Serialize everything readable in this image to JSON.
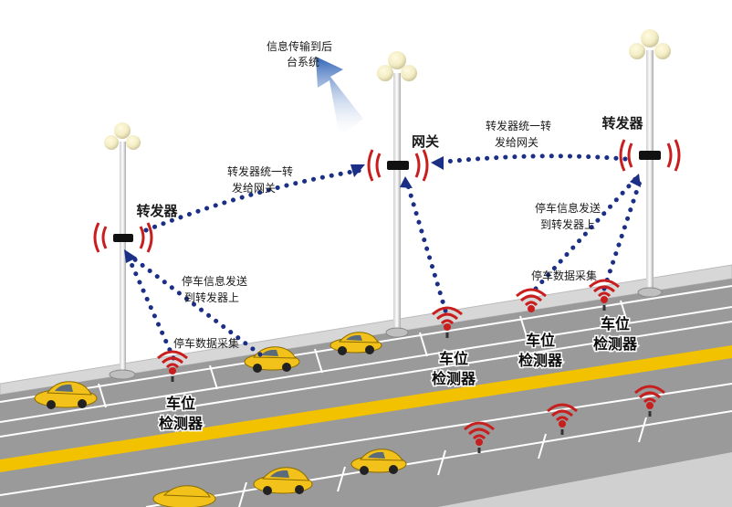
{
  "labels": {
    "backend_upload": [
      "信息传输到后",
      "台系统"
    ],
    "gateway": "网关",
    "repeater_left": "转发器",
    "repeater_right": "转发器",
    "relay_left": [
      "转发器统一转",
      "发给网关"
    ],
    "relay_right": [
      "转发器统一转",
      "发给网关"
    ],
    "send_left": [
      "停车信息发送",
      "到转发器上"
    ],
    "send_right": [
      "停车信息发送",
      "到转发器上"
    ],
    "collect_left": "停车数据采集",
    "collect_right": "停车数据采集",
    "detector_1": [
      "车位",
      "检测器"
    ],
    "detector_2": [
      "车位",
      "检测器"
    ],
    "detector_3": [
      "车位",
      "检测器"
    ],
    "detector_4": [
      "车位",
      "检测器"
    ]
  },
  "colors": {
    "road": "#9a9a9a",
    "sidewalk": "#c9c9c9",
    "yellow_line": "#f2c200",
    "dots": "#1b2f86",
    "signal": "#c81e1e",
    "arrow": "#3a6fc4",
    "car": "#f2c21b"
  }
}
